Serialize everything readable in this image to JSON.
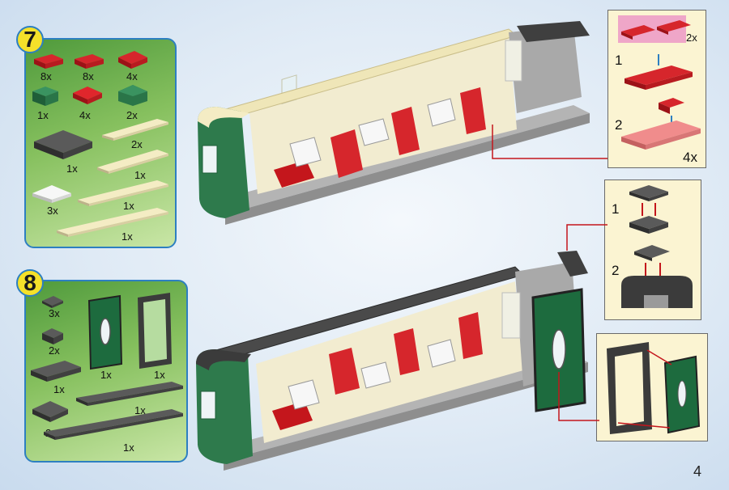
{
  "step7": {
    "number": "7",
    "parts": [
      "8x",
      "8x",
      "4x",
      "1x",
      "4x",
      "2x",
      "2x",
      "1x",
      "1x",
      "3x",
      "1x",
      "1x"
    ]
  },
  "step8": {
    "number": "8",
    "parts": [
      "3x",
      "2x",
      "1x",
      "1x",
      "1x",
      "1x",
      "2x",
      "1x"
    ]
  },
  "inset_top": {
    "sub1": "1",
    "sub2": "2",
    "qty_small": "2x",
    "qty_big": "4x"
  },
  "inset_mid": {
    "sub1": "1",
    "sub2": "2"
  },
  "page_number": "4",
  "colors": {
    "panel_border": "#2d7fc1",
    "badge": "#f5e12a",
    "red": "#c4161c",
    "green": "#2e7a4c",
    "dark_gray": "#4a4a4a",
    "tan": "#efe6b8"
  }
}
